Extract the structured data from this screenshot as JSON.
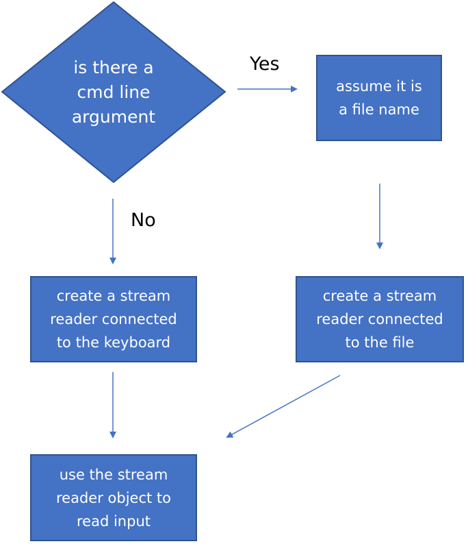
{
  "diagram": {
    "decision": {
      "text": "is there a\ncmd line\nargument"
    },
    "process_assume": {
      "text": "assume it is\na file name"
    },
    "process_keyboard": {
      "text": "create a stream\nreader connected\nto the keyboard"
    },
    "process_file": {
      "text": "create a stream\nreader connected\nto the file"
    },
    "process_read": {
      "text": "use the stream\nreader object to\nread input"
    },
    "labels": {
      "yes": "Yes",
      "no": "No"
    },
    "colors": {
      "fill": "#4472c4",
      "stroke": "#2f528f",
      "text": "#ffffff",
      "arrow": "#4472c4"
    }
  }
}
